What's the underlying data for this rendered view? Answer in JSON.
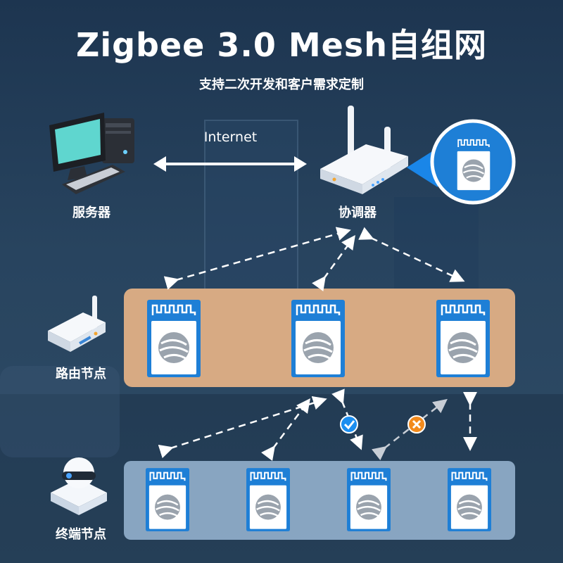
{
  "title": "Zigbee 3.0 Mesh自组网",
  "subtitle": "支持二次开发和客户需求定制",
  "internet_label": "Internet",
  "server_label": "服务器",
  "coordinator_label": "协调器",
  "router_label": "路由节点",
  "end_device_label": "终端节点",
  "colors": {
    "module_blue": "#1e7fd6",
    "router_panel": "#d7aa83",
    "end_panel": "#a8c6e4",
    "check_badge": "#1b8ef0",
    "cross_badge": "#f28a1c"
  },
  "icons": [
    "server-pc-icon",
    "coordinator-router-icon",
    "router-node-icon",
    "end-device-icon",
    "zigbee-module-icon",
    "check-icon",
    "cross-icon",
    "wifi-signal-icon"
  ]
}
